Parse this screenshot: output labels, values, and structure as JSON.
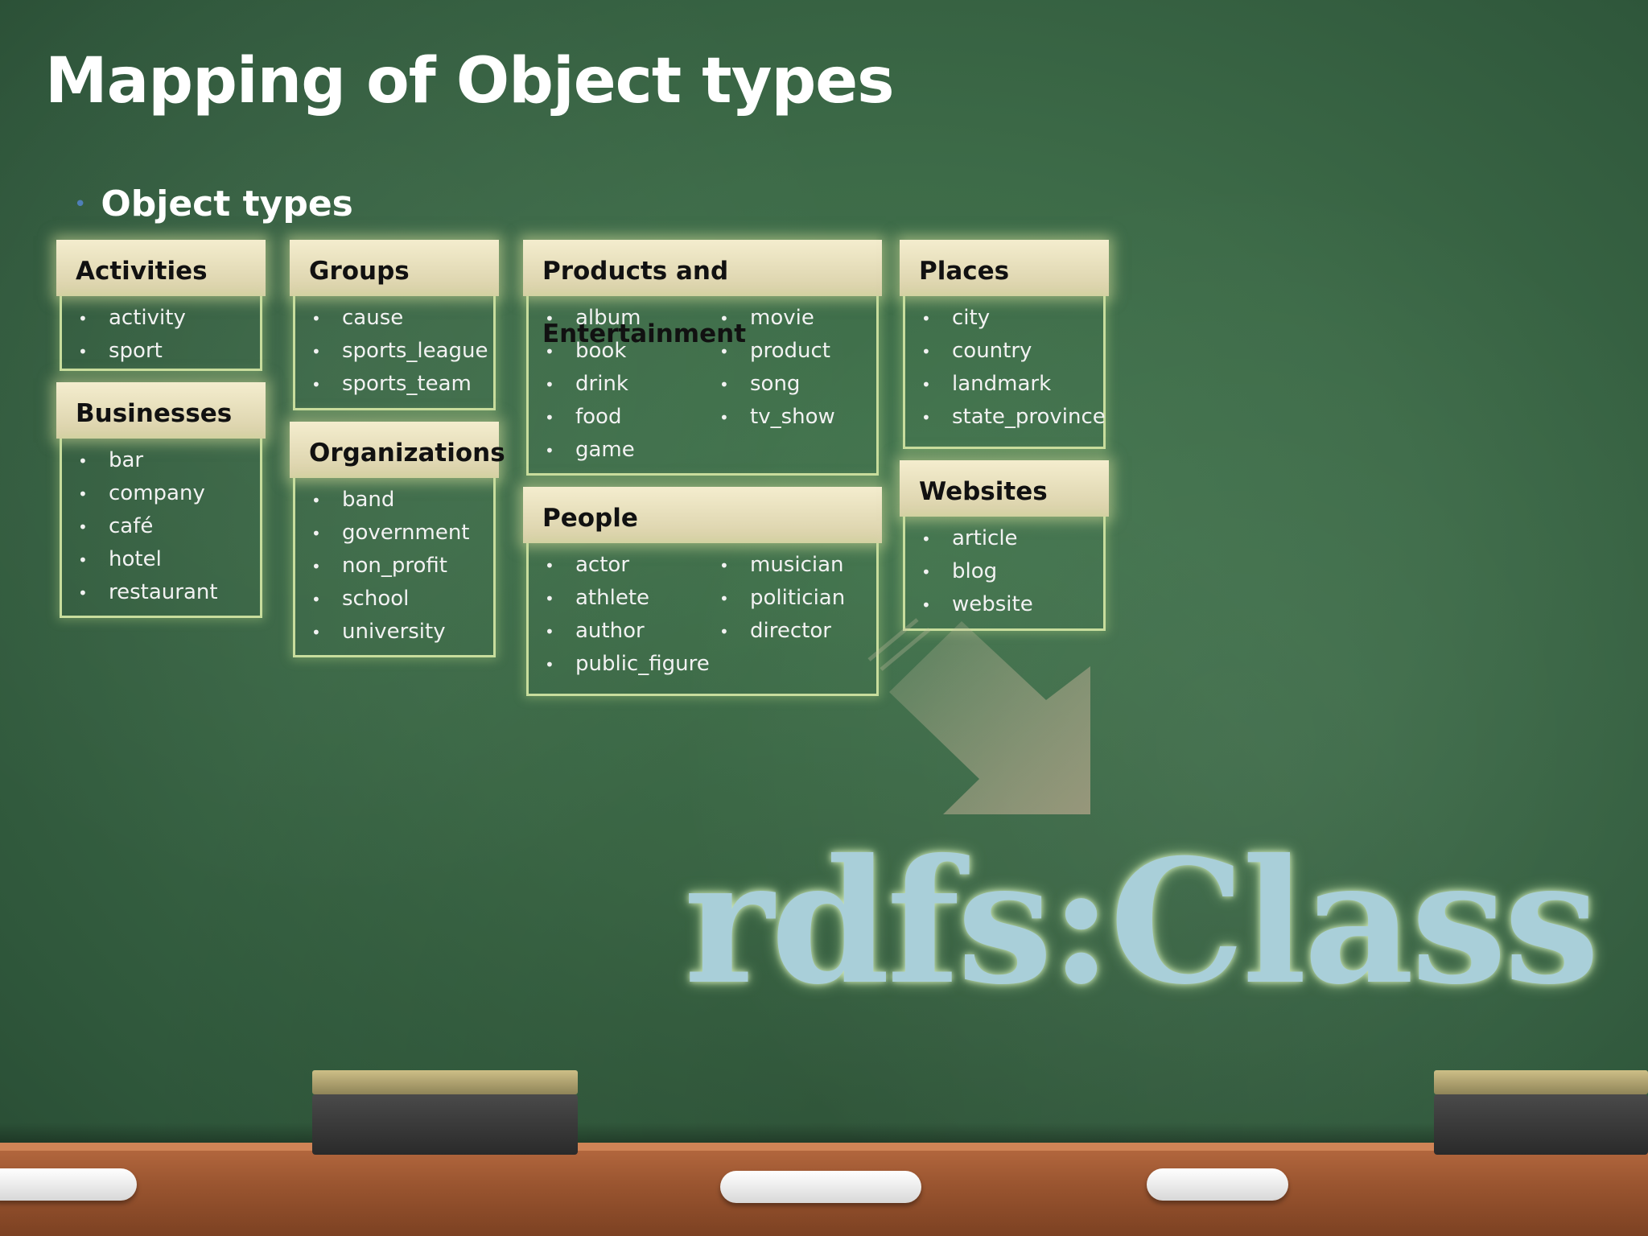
{
  "slide": {
    "title": "Mapping of Object types",
    "subtitle": "Object types",
    "rdfs_label": "rdfs:Class"
  },
  "boxes": {
    "activities": {
      "title": "Activities",
      "items": [
        "activity",
        "sport"
      ]
    },
    "businesses": {
      "title": "Businesses",
      "items": [
        "bar",
        "company",
        "café",
        "hotel",
        "restaurant"
      ]
    },
    "groups": {
      "title": "Groups",
      "items": [
        "cause",
        "sports_league",
        "sports_team"
      ]
    },
    "organizations": {
      "title": "Organizations",
      "items": [
        "band",
        "government",
        "non_profit",
        "school",
        "university"
      ]
    },
    "products": {
      "title": "Products and Entertainment",
      "items": [
        "album",
        "book",
        "drink",
        "food",
        "game",
        "movie",
        "product",
        "song",
        "tv_show"
      ]
    },
    "people": {
      "title": "People",
      "items": [
        "actor",
        "athlete",
        "author",
        "public_figure",
        "musician",
        "politician",
        "director"
      ]
    },
    "places": {
      "title": "Places",
      "items": [
        "city",
        "country",
        "landmark",
        "state_province"
      ]
    },
    "websites": {
      "title": "Websites",
      "items": [
        "article",
        "blog",
        "website"
      ]
    }
  },
  "colors": {
    "header": "#e8dfba",
    "box_border": "#c8dd9d",
    "rdfs_text": "#a9cfd9",
    "board": "#3d6b48"
  },
  "icons": {
    "arrow": "down-right-arrow-icon",
    "bullet": "bullet-dot"
  }
}
